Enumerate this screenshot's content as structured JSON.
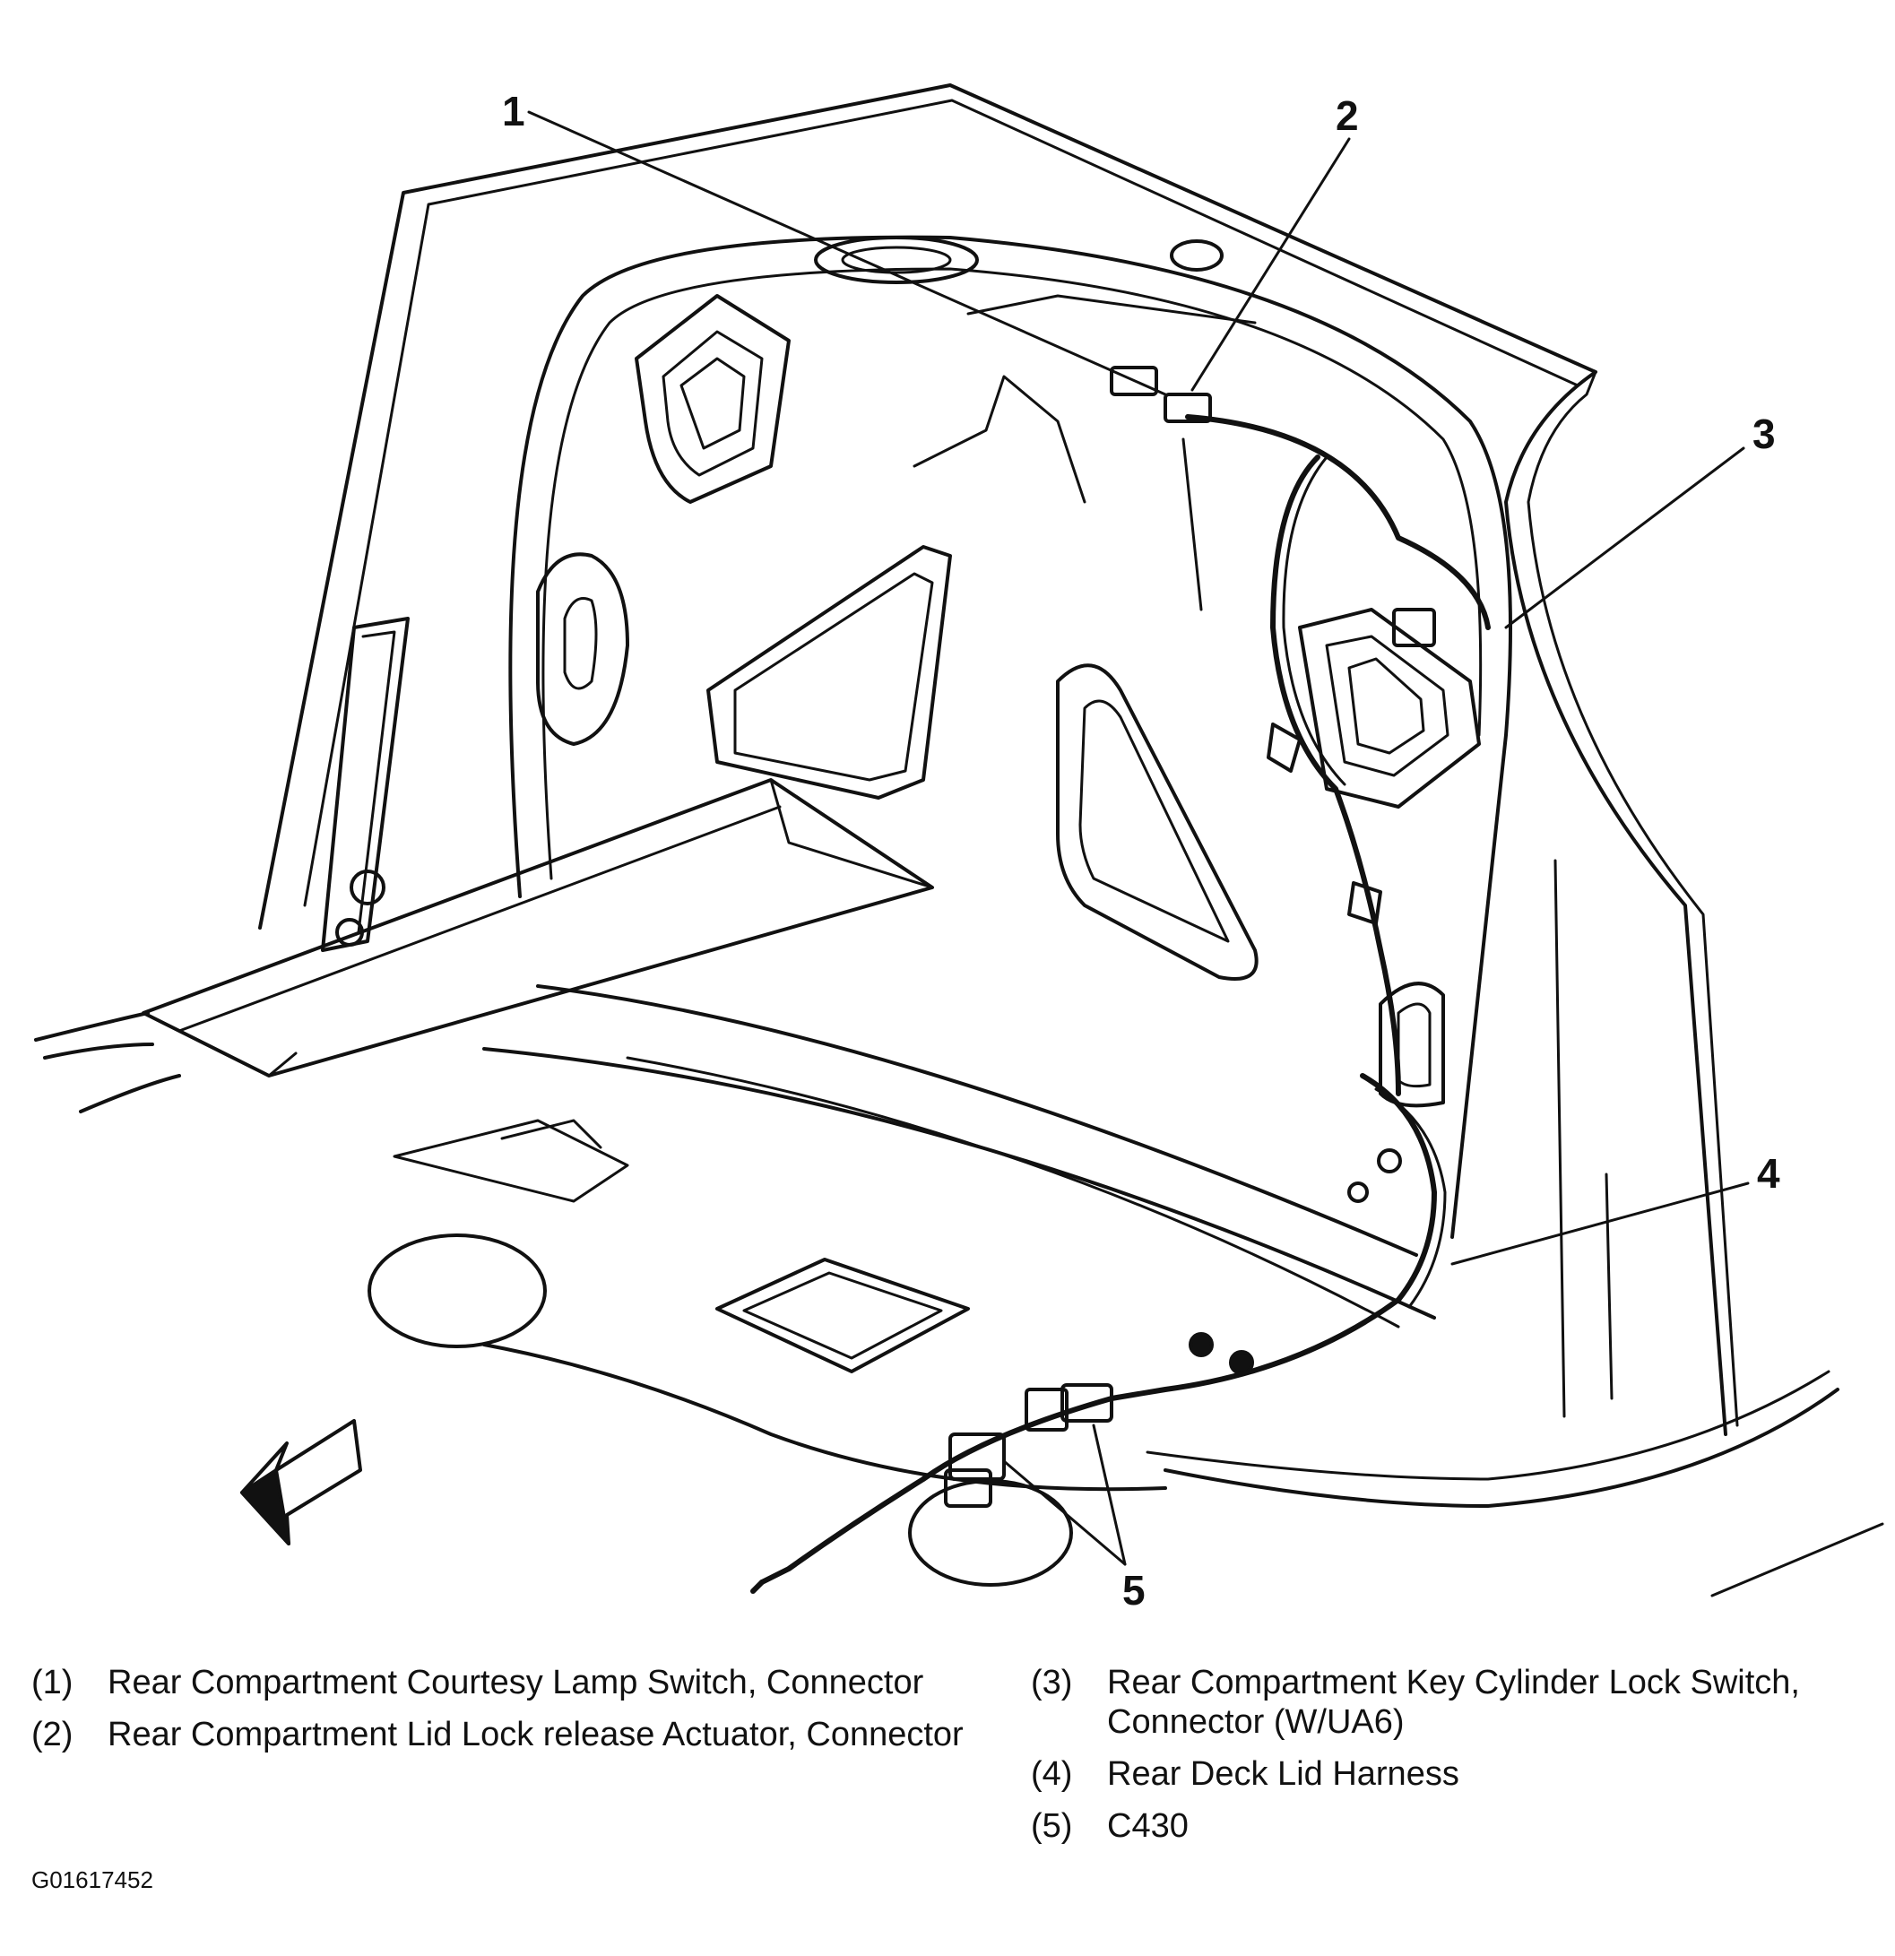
{
  "callouts": [
    "1",
    "2",
    "3",
    "4",
    "5"
  ],
  "legend": {
    "left": [
      {
        "num": "(1)",
        "text": "Rear Compartment Courtesy Lamp Switch, Connector"
      },
      {
        "num": "(2)",
        "text": "Rear Compartment Lid Lock release Actuator, Connector"
      }
    ],
    "right": [
      {
        "num": "(3)",
        "text": "Rear Compartment Key Cylinder Lock Switch, Connector (W/UA6)"
      },
      {
        "num": "(4)",
        "text": "Rear Deck Lid Harness"
      },
      {
        "num": "(5)",
        "text": "C430"
      }
    ]
  },
  "figure_id": "G01617452"
}
